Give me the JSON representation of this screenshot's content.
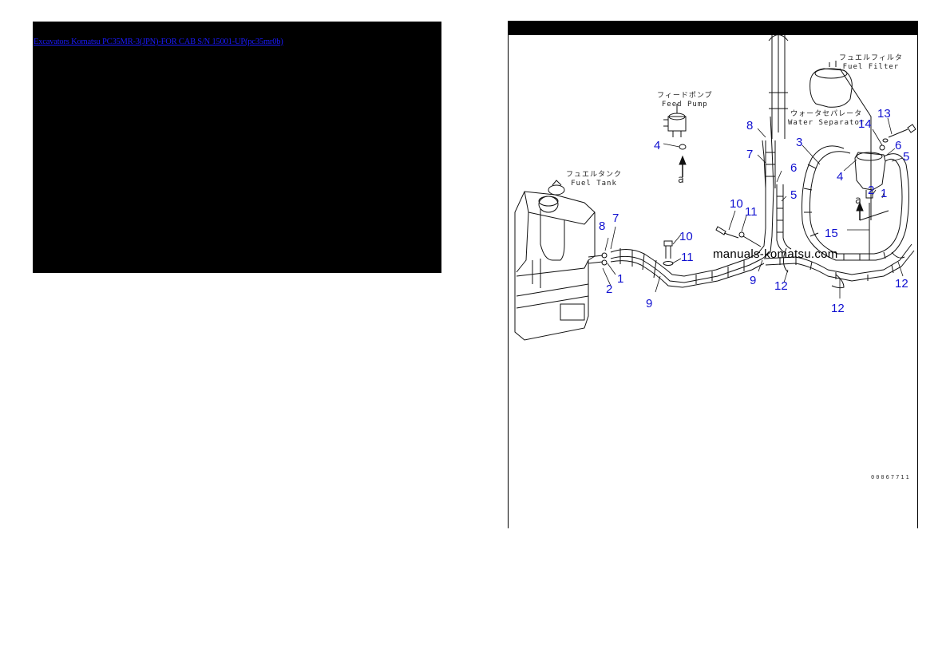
{
  "left_panel": {
    "title_link": "Excavators Komatsu PC35MR-3(JPN)-FOR CAB S/N 15001-UP(pc35mr0b)",
    "background": "#000000",
    "link_color": "#1a1aff"
  },
  "diagram": {
    "captions": {
      "fuel_tank_jp": "フュエルタンク",
      "fuel_tank_en": "Fuel Tank",
      "feed_pump_jp": "フィードポンプ",
      "feed_pump_en": "Feed Pump",
      "fuel_filter_jp": "フュエルフィルタ",
      "fuel_filter_en": "Fuel Filter",
      "water_separator_jp": "ウォータセパレータ",
      "water_separator_en": "Water Separator"
    },
    "view_marks": [
      "a",
      "a"
    ],
    "callouts": [
      {
        "id": "c8a",
        "label": "8"
      },
      {
        "id": "c7a",
        "label": "7"
      },
      {
        "id": "c1a",
        "label": "1"
      },
      {
        "id": "c2a",
        "label": "2"
      },
      {
        "id": "c9a",
        "label": "9"
      },
      {
        "id": "c4a",
        "label": "4"
      },
      {
        "id": "c10a",
        "label": "10"
      },
      {
        "id": "c11a",
        "label": "11"
      },
      {
        "id": "c8b",
        "label": "8"
      },
      {
        "id": "c7b",
        "label": "7"
      },
      {
        "id": "c6a",
        "label": "6"
      },
      {
        "id": "c5a",
        "label": "5"
      },
      {
        "id": "c10b",
        "label": "10"
      },
      {
        "id": "c11b",
        "label": "11"
      },
      {
        "id": "c9b",
        "label": "9"
      },
      {
        "id": "c12a",
        "label": "12"
      },
      {
        "id": "c3",
        "label": "3"
      },
      {
        "id": "c4b",
        "label": "4"
      },
      {
        "id": "c14",
        "label": "14"
      },
      {
        "id": "c13",
        "label": "13"
      },
      {
        "id": "c6b",
        "label": "6"
      },
      {
        "id": "c5b",
        "label": "5"
      },
      {
        "id": "c2b",
        "label": "2"
      },
      {
        "id": "c1b",
        "label": "1"
      },
      {
        "id": "c15",
        "label": "15"
      },
      {
        "id": "c12b",
        "label": "12"
      },
      {
        "id": "c12c",
        "label": "12"
      }
    ],
    "watermark": "manuals-komatsu.com",
    "figure_number": "00067711",
    "callout_color": "#1010d0"
  }
}
